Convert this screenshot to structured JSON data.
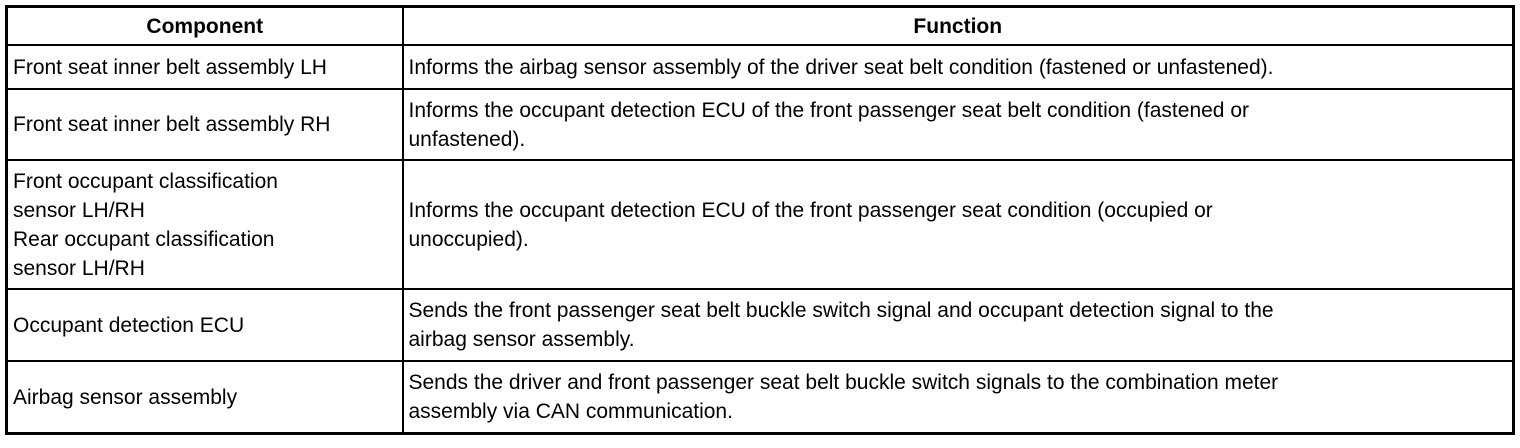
{
  "table": {
    "headers": [
      "Component",
      "Function"
    ],
    "rows": [
      {
        "component": "Front seat inner belt assembly LH",
        "function": "Informs the airbag sensor assembly of the driver seat belt condition (fastened or unfastened)."
      },
      {
        "component": "Front seat inner belt assembly RH",
        "function": "Informs the occupant detection ECU of the front passenger seat belt condition (fastened or\nunfastened)."
      },
      {
        "component": "Front occupant classification\nsensor LH/RH\nRear occupant classification\nsensor LH/RH",
        "function": "Informs the occupant detection ECU of the front passenger seat condition (occupied or\nunoccupied)."
      },
      {
        "component": "Occupant detection ECU",
        "function": "Sends the front passenger seat belt buckle switch signal and occupant detection signal to the\nairbag sensor assembly."
      },
      {
        "component": "Airbag sensor assembly",
        "function": "Sends the driver and front passenger seat belt buckle switch signals to the combination meter\nassembly via CAN communication."
      }
    ]
  }
}
